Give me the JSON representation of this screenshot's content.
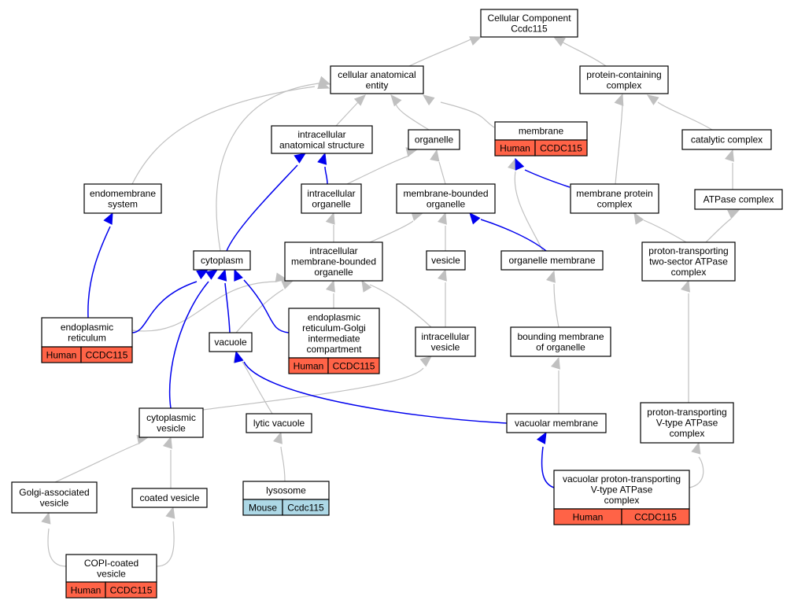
{
  "nodes": {
    "cc_root": {
      "lines": [
        "Cellular Component",
        "Ccdc115"
      ]
    },
    "cae": {
      "lines": [
        "cellular anatomical",
        "entity"
      ]
    },
    "pcc": {
      "lines": [
        "protein-containing",
        "complex"
      ]
    },
    "ias": {
      "lines": [
        "intracellular",
        "anatomical structure"
      ]
    },
    "organelle": {
      "lines": [
        "organelle"
      ]
    },
    "membrane": {
      "lines": [
        "membrane"
      ],
      "annotation": {
        "species": "Human",
        "gene": "CCDC115",
        "color": "#ff6347"
      }
    },
    "catalytic": {
      "lines": [
        "catalytic complex"
      ]
    },
    "endomembrane": {
      "lines": [
        "endomembrane",
        "system"
      ]
    },
    "io": {
      "lines": [
        "intracellular",
        "organelle"
      ]
    },
    "mbo": {
      "lines": [
        "membrane-bounded",
        "organelle"
      ]
    },
    "mpc": {
      "lines": [
        "membrane protein",
        "complex"
      ]
    },
    "atpase": {
      "lines": [
        "ATPase complex"
      ]
    },
    "cytoplasm": {
      "lines": [
        "cytoplasm"
      ]
    },
    "imbo": {
      "lines": [
        "intracellular",
        "membrane-bounded",
        "organelle"
      ]
    },
    "vesicle": {
      "lines": [
        "vesicle"
      ]
    },
    "om": {
      "lines": [
        "organelle membrane"
      ]
    },
    "pt2": {
      "lines": [
        "proton-transporting",
        "two-sector ATPase",
        "complex"
      ]
    },
    "er": {
      "lines": [
        "endoplasmic",
        "reticulum"
      ],
      "annotation": {
        "species": "Human",
        "gene": "CCDC115",
        "color": "#ff6347"
      }
    },
    "ergic": {
      "lines": [
        "endoplasmic",
        "reticulum-Golgi",
        "intermediate",
        "compartment"
      ],
      "annotation": {
        "species": "Human",
        "gene": "CCDC115",
        "color": "#ff6347"
      }
    },
    "vacuole": {
      "lines": [
        "vacuole"
      ]
    },
    "iv": {
      "lines": [
        "intracellular",
        "vesicle"
      ]
    },
    "bmo": {
      "lines": [
        "bounding membrane",
        "of organelle"
      ]
    },
    "cv": {
      "lines": [
        "cytoplasmic",
        "vesicle"
      ]
    },
    "lv": {
      "lines": [
        "lytic vacuole"
      ]
    },
    "vm": {
      "lines": [
        "vacuolar membrane"
      ]
    },
    "ptv": {
      "lines": [
        "proton-transporting",
        "V-type ATPase",
        "complex"
      ]
    },
    "gav": {
      "lines": [
        "Golgi-associated",
        "vesicle"
      ]
    },
    "coated": {
      "lines": [
        "coated vesicle"
      ]
    },
    "lysosome": {
      "lines": [
        "lysosome"
      ],
      "annotation": {
        "species": "Mouse",
        "gene": "Ccdc115",
        "color": "#add8e6"
      }
    },
    "vptv": {
      "lines": [
        "vacuolar proton-transporting",
        "V-type ATPase",
        "complex"
      ],
      "annotation": {
        "species": "Human",
        "gene": "CCDC115",
        "color": "#ff6347"
      }
    },
    "copi": {
      "lines": [
        "COPI-coated",
        "vesicle"
      ],
      "annotation": {
        "species": "Human",
        "gene": "CCDC115",
        "color": "#ff6347"
      }
    }
  },
  "colors": {
    "gray_edge": "#c0c0c0",
    "blue_edge": "#0000ee",
    "human_annotation": "#ff6347",
    "mouse_annotation": "#add8e6"
  }
}
